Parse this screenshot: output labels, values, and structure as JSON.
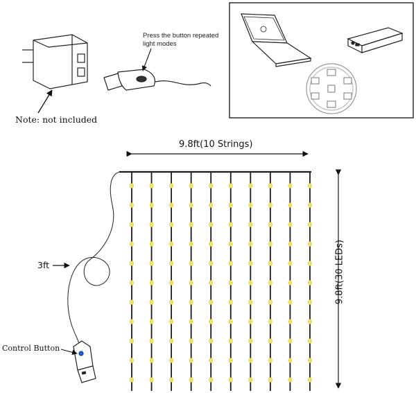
{
  "labels": {
    "note": "Note: not included",
    "press_line1": "Press the button repeated",
    "press_line2": "light modes",
    "width": "9.8ft(10 Strings)",
    "height": "9.8ft(30 LEDs)",
    "wire_length": "3ft",
    "control_button": "Control Button"
  },
  "curtain": {
    "strings": 10,
    "visible_leds_per_string": 11
  },
  "icons": {
    "adapter": "usb-power-adapter-icon",
    "usb_stick": "usb-controller-stick-icon",
    "laptop": "laptop-icon",
    "power_bank": "power-bank-icon",
    "socket": "power-socket-icon",
    "control_plug": "usb-plug-icon"
  },
  "colors": {
    "wire": "#1a1a1a",
    "led": "#f2e55a",
    "button": "#1f5fd6"
  }
}
